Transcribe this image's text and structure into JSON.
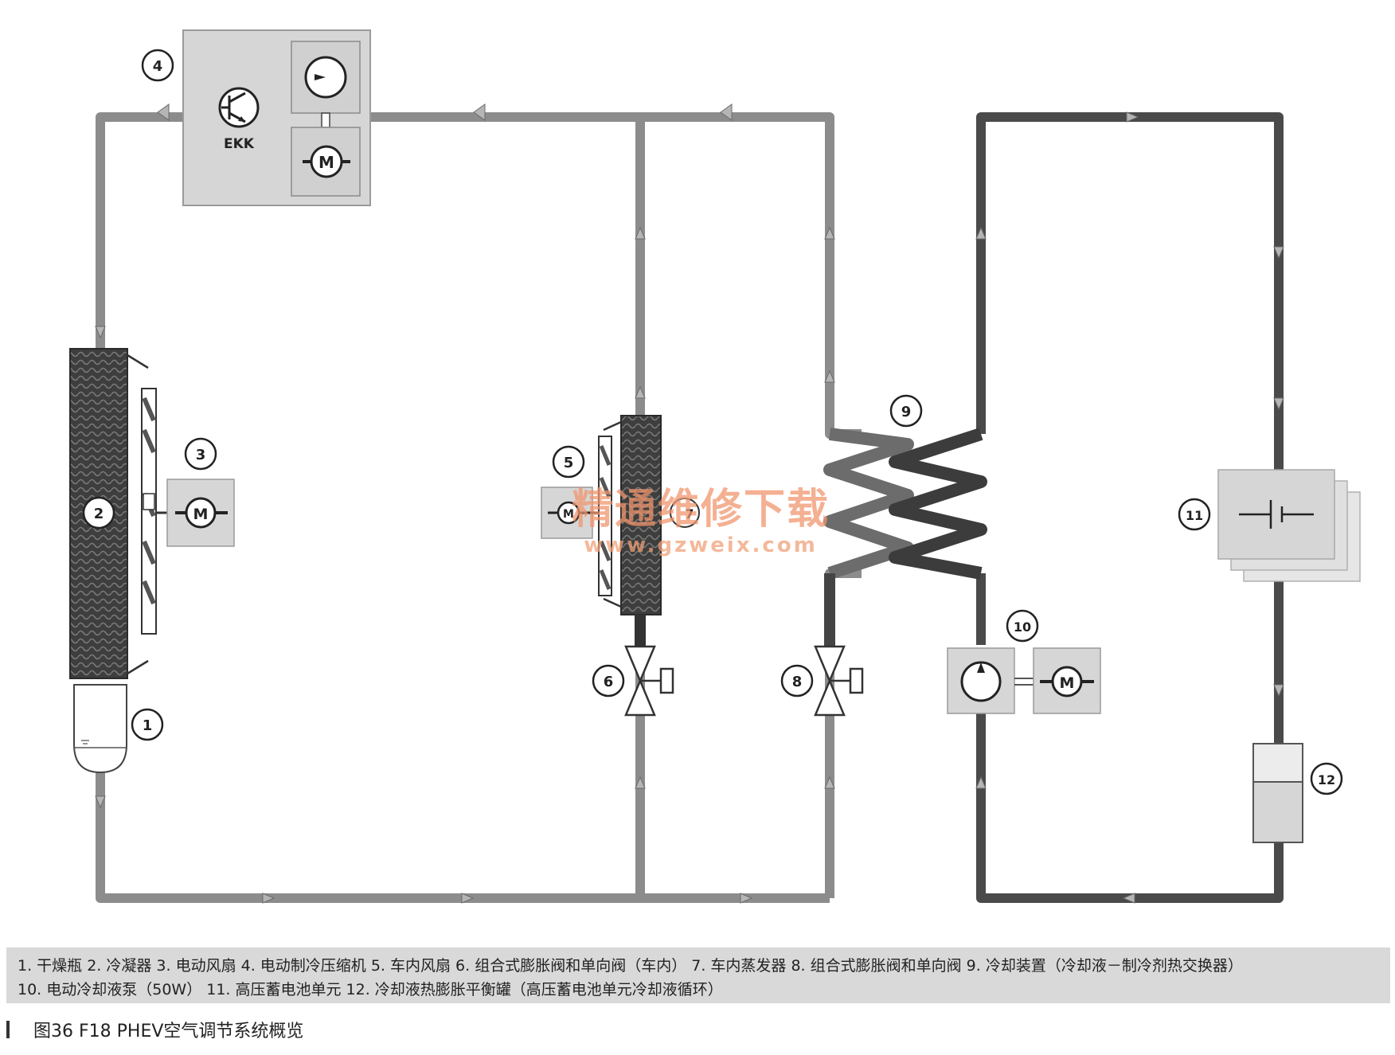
{
  "compressor_label": "EKK",
  "callouts": [
    "1",
    "2",
    "3",
    "4",
    "5",
    "6",
    "7",
    "8",
    "9",
    "10",
    "11",
    "12"
  ],
  "legend": {
    "line1": "1. 干燥瓶  2. 冷凝器  3. 电动风扇  4. 电动制冷压缩机  5. 车内风扇  6. 组合式膨胀阀和单向阀（车内）  7. 车内蒸发器  8. 组合式膨胀阀和单向阀  9. 冷却装置（冷却液－制冷剂热交换器）",
    "line2": "10. 电动冷却液泵（50W）  11. 高压蓄电池单元  12. 冷却液热膨胀平衡罐（高压蓄电池单元冷却液循环）"
  },
  "caption": "图36   F18 PHEV空气调节系统概览",
  "watermark": {
    "cn": "精通维修下载",
    "url": "www.gzweix.com"
  },
  "colors": {
    "refrigerant_pipe": "#8a8a8a",
    "coolant_pipe": "#4a4a4a",
    "component_fill": "#d6d6d6",
    "legend_bg": "#d9d9d9"
  }
}
